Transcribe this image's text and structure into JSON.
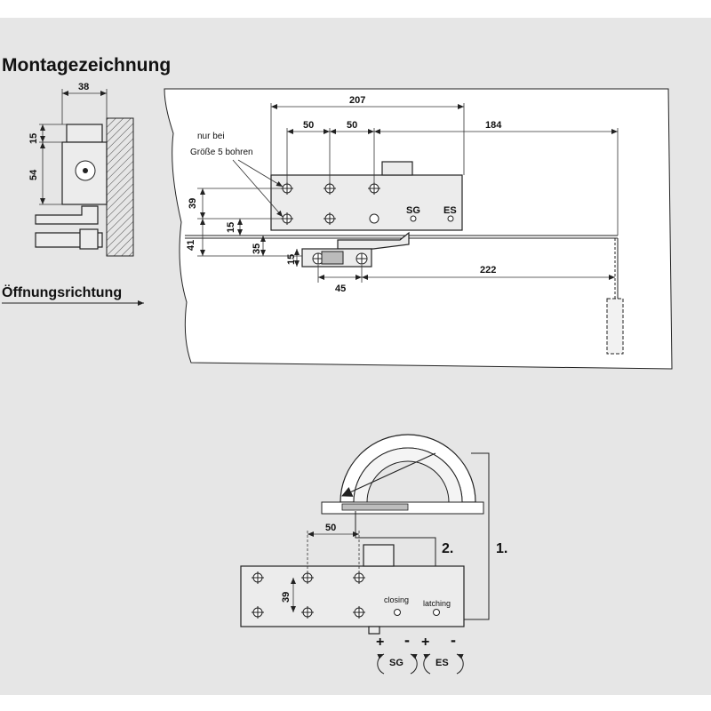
{
  "title": "Montagezeichnung",
  "side_view": {
    "dim_width": "38",
    "dim_top": "15",
    "dim_height": "54"
  },
  "opening_direction": "Öffnungsrichtung",
  "front_view": {
    "dim_total": "207",
    "dim_a": "50",
    "dim_b": "50",
    "dim_c": "184",
    "dim_v39": "39",
    "dim_v15": "15",
    "dim_v41": "41",
    "dim_v35": "35",
    "dim_bracket15": "15",
    "dim_45": "45",
    "dim_222": "222",
    "note_line1": "nur bei",
    "note_line2": "Größe 5 bohren",
    "valve_sg": "SG",
    "valve_es": "ES"
  },
  "adjustment": {
    "dim_50": "50",
    "dim_39": "39",
    "step1": "1.",
    "step2": "2.",
    "closing": "closing",
    "latching": "latching",
    "plus1": "+",
    "minus1": "-",
    "plus2": "+",
    "minus2": "-",
    "sg": "SG",
    "es": "ES"
  }
}
